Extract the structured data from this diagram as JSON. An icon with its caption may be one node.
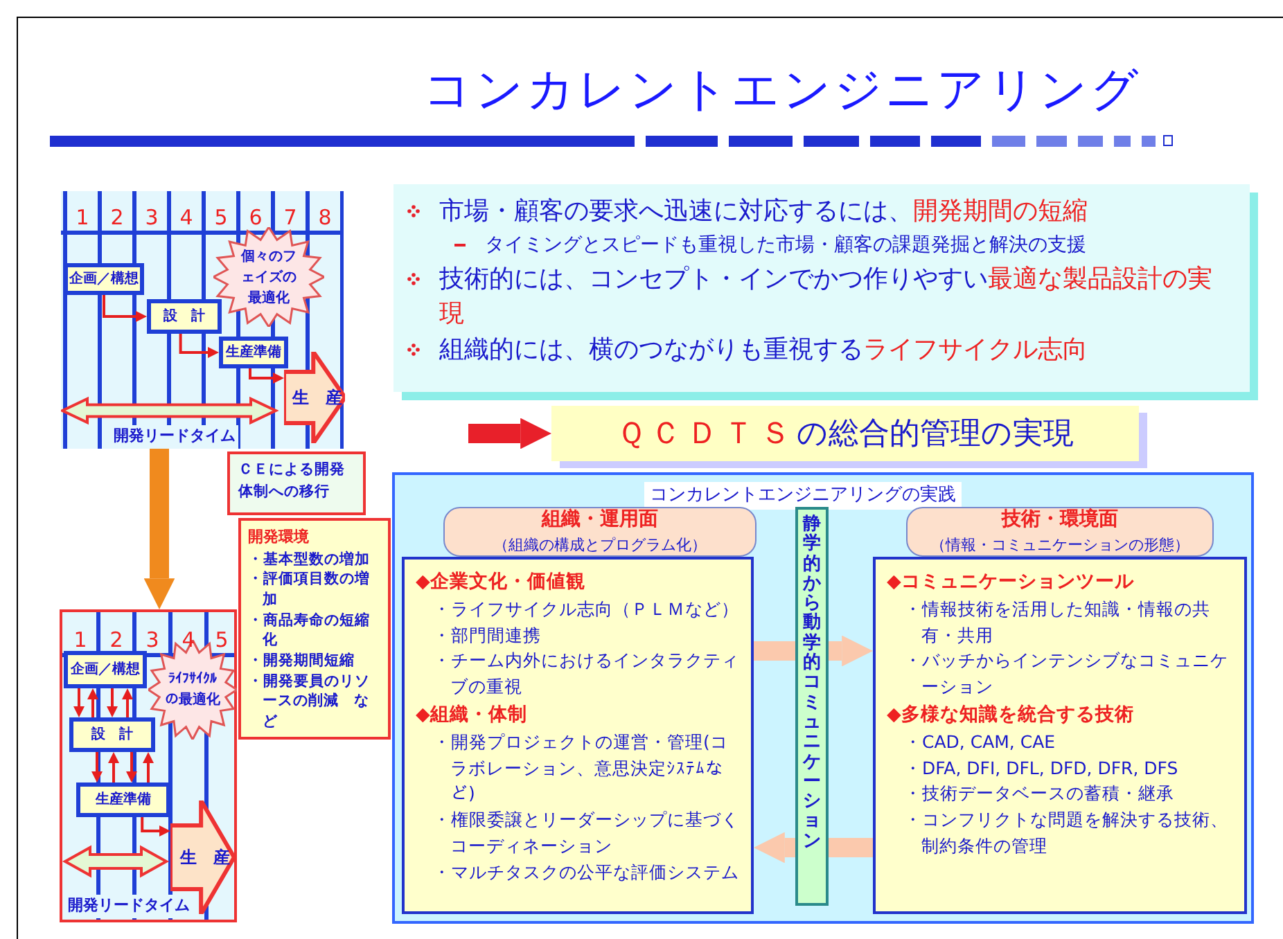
{
  "diagram": {
    "title": "コンカレントエンジニアリング",
    "nodes": [
      {
        "text": [],
        "shape": "box"
      },
      {
        "text": [
          "企画／構想"
        ],
        "in": 0
      },
      {
        "text": [
          "設　計"
        ],
        "in": 0
      },
      {
        "text": [
          "生産準備"
        ],
        "in": 0
      },
      {
        "text": [
          "生　産"
        ],
        "in": 0
      },
      {
        "text": [
          "個々のフェイズの最適化"
        ],
        "in": 0
      },
      {
        "text": [
          "ＣＥによる開発体制への移行"
        ]
      },
      {
        "text": [
          "開発環境",
          "・基本型数の増加",
          "・評価項目数の増加",
          "・商品寿命の短縮化",
          "・開発期間短縮",
          "・開発要員のリソースの削減　など"
        ]
      },
      {
        "text": [],
        "shape": "box"
      },
      {
        "text": [
          "企画／構想"
        ],
        "in": 8
      },
      {
        "text": [
          "設　計"
        ],
        "in": 8
      },
      {
        "text": [
          "生産準備"
        ],
        "in": 8
      },
      {
        "text": [
          "生　産"
        ],
        "in": 8
      },
      {
        "text": [
          "ﾗｲﾌｻｲｸﾙの最適化"
        ],
        "in": 8
      },
      {
        "text": [
          "市場・顧客の要求へ迅速に対応するには、",
          "開発期間の短縮",
          "タイミングとスピードも重視した市場・顧客の課題発掘と解決の支援",
          "技術的には、コンセプト・インでかつ作りやすい",
          "最適な製品設計の実現",
          "組織的には、横のつながりも重視する",
          "ライフサイクル志向"
        ]
      },
      {
        "text": [
          "ＱＣＤＴＳ",
          "の総合的管理の実現"
        ]
      },
      {
        "text": [
          "コンカレントエンジニアリングの実践"
        ]
      },
      {
        "text": [
          "組織・運用面",
          "（組織の構成とプログラム化）"
        ],
        "in": 16
      },
      {
        "text": [
          "◆企業文化・価値観",
          "・ライフサイクル志向（ＰＬＭなど）",
          "・部門間連携",
          "・チーム内外におけるインタラクティブの重視",
          "◆組織・体制",
          "・開発プロジェクトの運営・管理(コラボレーション、意思決定ｼｽﾃﾑなど)",
          "・権限委譲とリーダーシップに基づくコーディネーション",
          "・マルチタスクの公平な評価システム"
        ],
        "in": 16
      },
      {
        "text": [
          "静学的から動学的コミュニケーション"
        ],
        "in": 16
      },
      {
        "text": [
          "技術・環境面",
          "（情報・コミュニケーションの形態）"
        ],
        "in": 16
      },
      {
        "text": [
          "◆コミュニケーションツール",
          "・情報技術を活用した知識・情報の共有・共用",
          "・バッチからインテンシブなコミュニケーション",
          "◆多様な知識を統合する技術",
          "・CAD, CAM, CAE",
          "・DFA, DFI, DFL, DFD, DFR, DFS",
          "・技術データベースの蓄積・継承",
          "・コンフリクトな問題を解決する技術、制約条件の管理"
        ],
        "in": 16
      }
    ],
    "edges": [
      {
        "from": 1,
        "to": 2,
        "arrow": "to"
      },
      {
        "from": 2,
        "to": 3,
        "arrow": "to"
      },
      {
        "from": 3,
        "to": 4,
        "arrow": "to"
      },
      {
        "from": 0,
        "to": 8,
        "arrow": "to",
        "style": "thick",
        "color": "#f08a1e"
      },
      {
        "from": 9,
        "to": 10,
        "arrow": "to"
      },
      {
        "from": 10,
        "to": 9,
        "arrow": "to"
      },
      {
        "from": 9,
        "to": 10,
        "arrow": "to"
      },
      {
        "from": 10,
        "to": 9,
        "arrow": "to"
      },
      {
        "from": 10,
        "to": 11,
        "arrow": "to"
      },
      {
        "from": 11,
        "to": 10,
        "arrow": "to"
      },
      {
        "from": 10,
        "to": 11,
        "arrow": "to"
      },
      {
        "from": 11,
        "to": 10,
        "arrow": "to"
      },
      {
        "from": 11,
        "to": 12,
        "arrow": "to"
      },
      {
        "from": null,
        "to": 15,
        "arrow": "to",
        "style": "thick",
        "color": "#e8202a"
      },
      {
        "from": 18,
        "to": 19,
        "arrow": "none",
        "style": "thick",
        "color": "#fbc9ad"
      },
      {
        "from": 19,
        "to": 21,
        "arrow": "to",
        "style": "thick",
        "color": "#fbc9ad"
      },
      {
        "from": 21,
        "to": 19,
        "arrow": "none",
        "style": "thick",
        "color": "#fbc9ad"
      },
      {
        "from": 19,
        "to": 18,
        "arrow": "to",
        "style": "thick",
        "color": "#fbc9ad"
      }
    ],
    "labels": [
      "1",
      "2",
      "3",
      "4",
      "5",
      "6",
      "7",
      "8",
      "開発リードタイム",
      "1",
      "2",
      "3",
      "4",
      "5",
      "開発リードタイム"
    ]
  }
}
